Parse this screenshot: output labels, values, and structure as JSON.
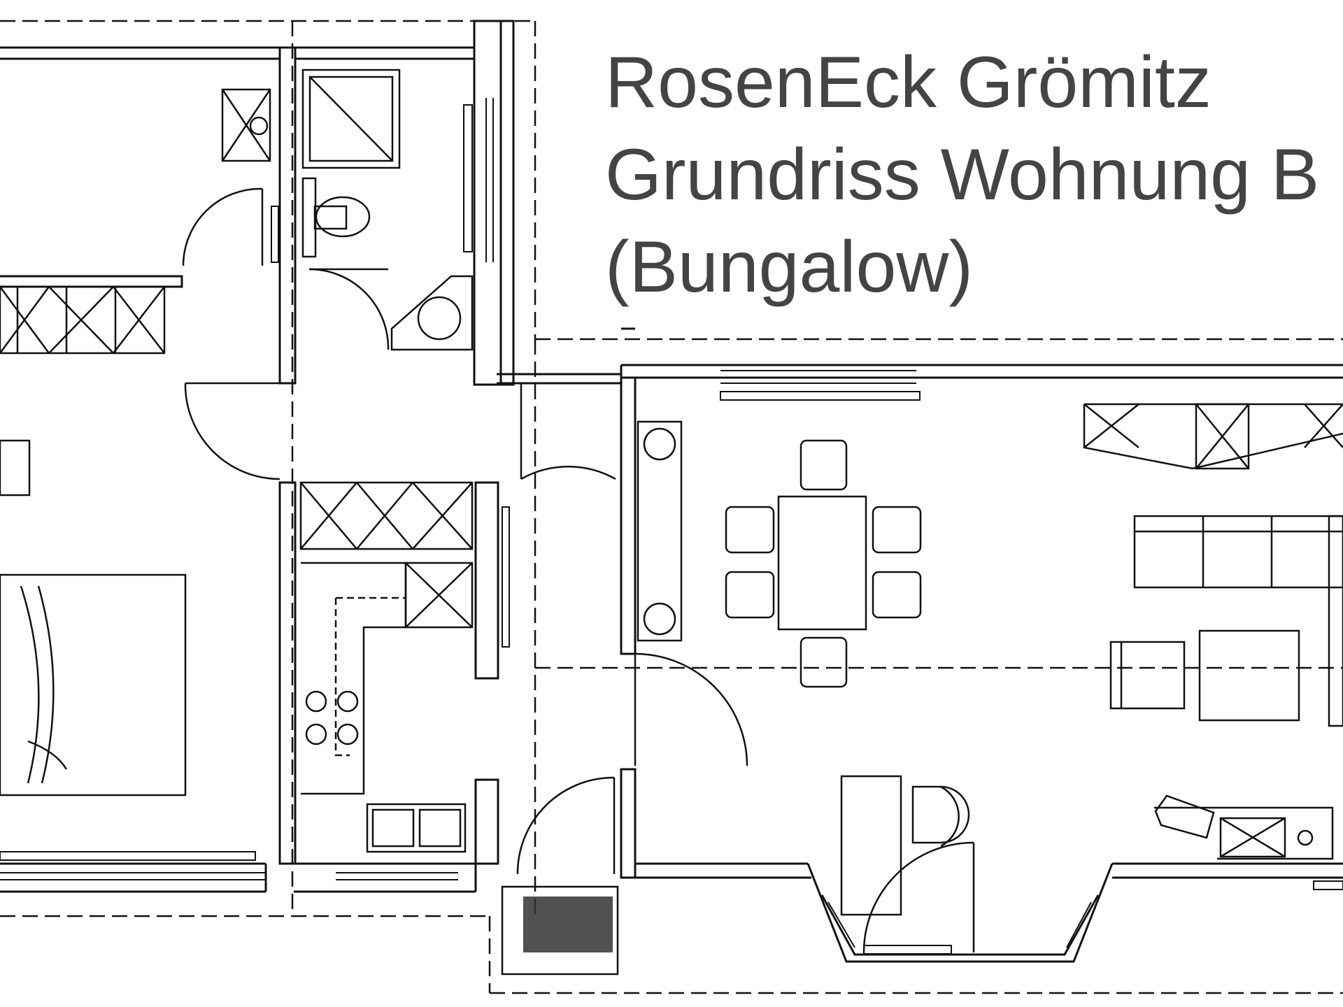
{
  "title": {
    "line1": "RosenEck Grömitz",
    "line2": "Grundriss Wohnung B",
    "line3": "(Bungalow)"
  },
  "colors": {
    "ink": "#111111",
    "title_text": "#444444",
    "background": "#ffffff"
  }
}
